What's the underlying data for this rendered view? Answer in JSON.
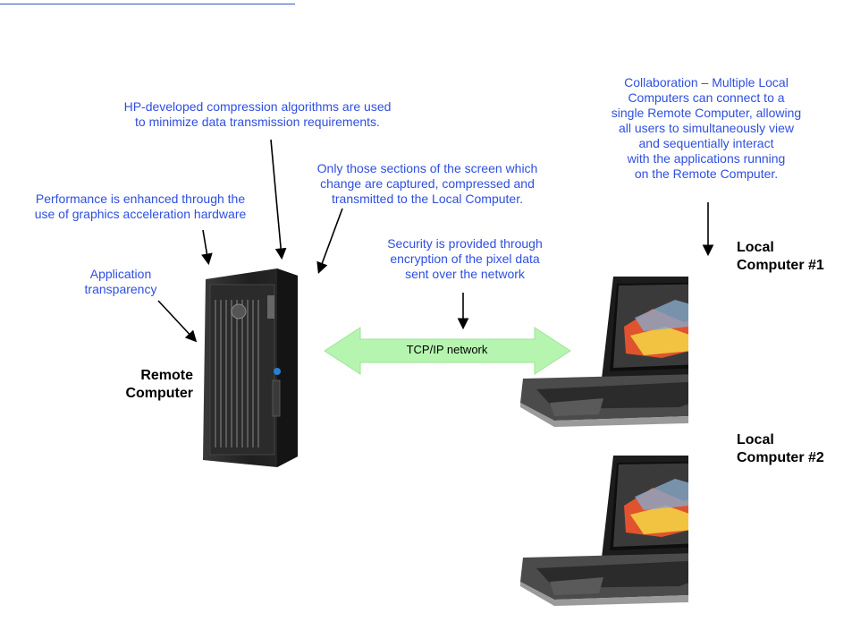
{
  "notes": {
    "compression": "HP-developed compression algorithms are used\nto minimize data transmission requirements.",
    "changes": "Only those sections of the screen which\nchange are captured, compressed and\ntransmitted to the Local Computer.",
    "performance": "Performance is enhanced through the\nuse of graphics acceleration hardware",
    "transparency": "Application\ntransparency",
    "security": "Security is provided through\nencryption of the pixel data\nsent over the network",
    "collaboration": "Collaboration – Multiple Local\nComputers can connect to a\nsingle Remote Computer, allowing\nall users to simultaneously view\nand sequentially interact\nwith the applications running\non the Remote Computer."
  },
  "labels": {
    "remote": "Remote\nComputer",
    "local1": "Local\nComputer #1",
    "local2": "Local\nComputer #2",
    "network": "TCP/IP network"
  },
  "colors": {
    "note_text": "#2f4fe0",
    "network_arrow": "#b6f5b0"
  }
}
